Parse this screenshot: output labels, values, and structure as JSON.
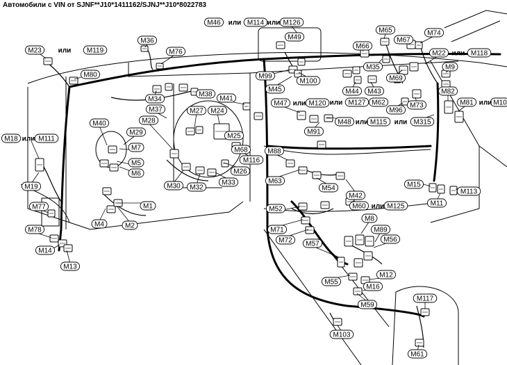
{
  "title": "Автомобили с VIN от SJNF**J10*1411162/SJNJ**J10*8022783",
  "or_word": "или",
  "labels": {
    "M23": "M23",
    "M119": "M119",
    "M36": "M36",
    "M76": "M76",
    "M80": "M80",
    "M46": "M46",
    "M114": "M114",
    "M126": "M126",
    "M49": "M49",
    "M67": "M67",
    "M65": "M65",
    "M74": "M74",
    "M66": "M66",
    "M22": "M22",
    "M118": "M118",
    "M35": "M35",
    "M9": "M9",
    "M99": "M99",
    "M100": "M100",
    "M45": "M45",
    "M44": "M44",
    "M43": "M43",
    "M69": "M69",
    "M82": "M82",
    "M81": "M81",
    "M10": "M10",
    "M38": "M38",
    "M41": "M41",
    "M34": "M34",
    "M37": "M37",
    "M27": "M27",
    "M24": "M24",
    "M47": "M47",
    "M120": "M120",
    "M127": "M127",
    "M62": "M62",
    "M73": "M73",
    "M96": "M96",
    "M40": "M40",
    "M28": "M28",
    "M25": "M25",
    "M48": "M48",
    "M115": "M115",
    "M315": "M315",
    "M91": "M91",
    "M18": "M18",
    "M111": "M111",
    "M29": "M29",
    "M7": "M7",
    "M68": "M68",
    "M88": "M88",
    "M5": "M5",
    "M6": "M6",
    "M116": "M116",
    "M26": "M26",
    "M19": "M19",
    "M30": "M30",
    "M32": "M32",
    "M33": "M33",
    "M63": "M63",
    "M54": "M54",
    "M15": "M15",
    "M113": "M113",
    "M42": "M42",
    "M1": "M1",
    "M11": "M11",
    "M77": "M77",
    "M60": "M60",
    "M125": "M125",
    "M52": "M52",
    "M4": "M4",
    "M2": "M2",
    "M78": "M78",
    "M8": "M8",
    "M71": "M71",
    "M89": "M89",
    "M72": "M72",
    "M56": "M56",
    "M57": "M57",
    "M14": "M14",
    "M13": "M13",
    "M12": "M12",
    "M55": "M55",
    "M16": "M16",
    "M117": "M117",
    "M59": "M59",
    "M103": "M103",
    "M61": "M61"
  }
}
